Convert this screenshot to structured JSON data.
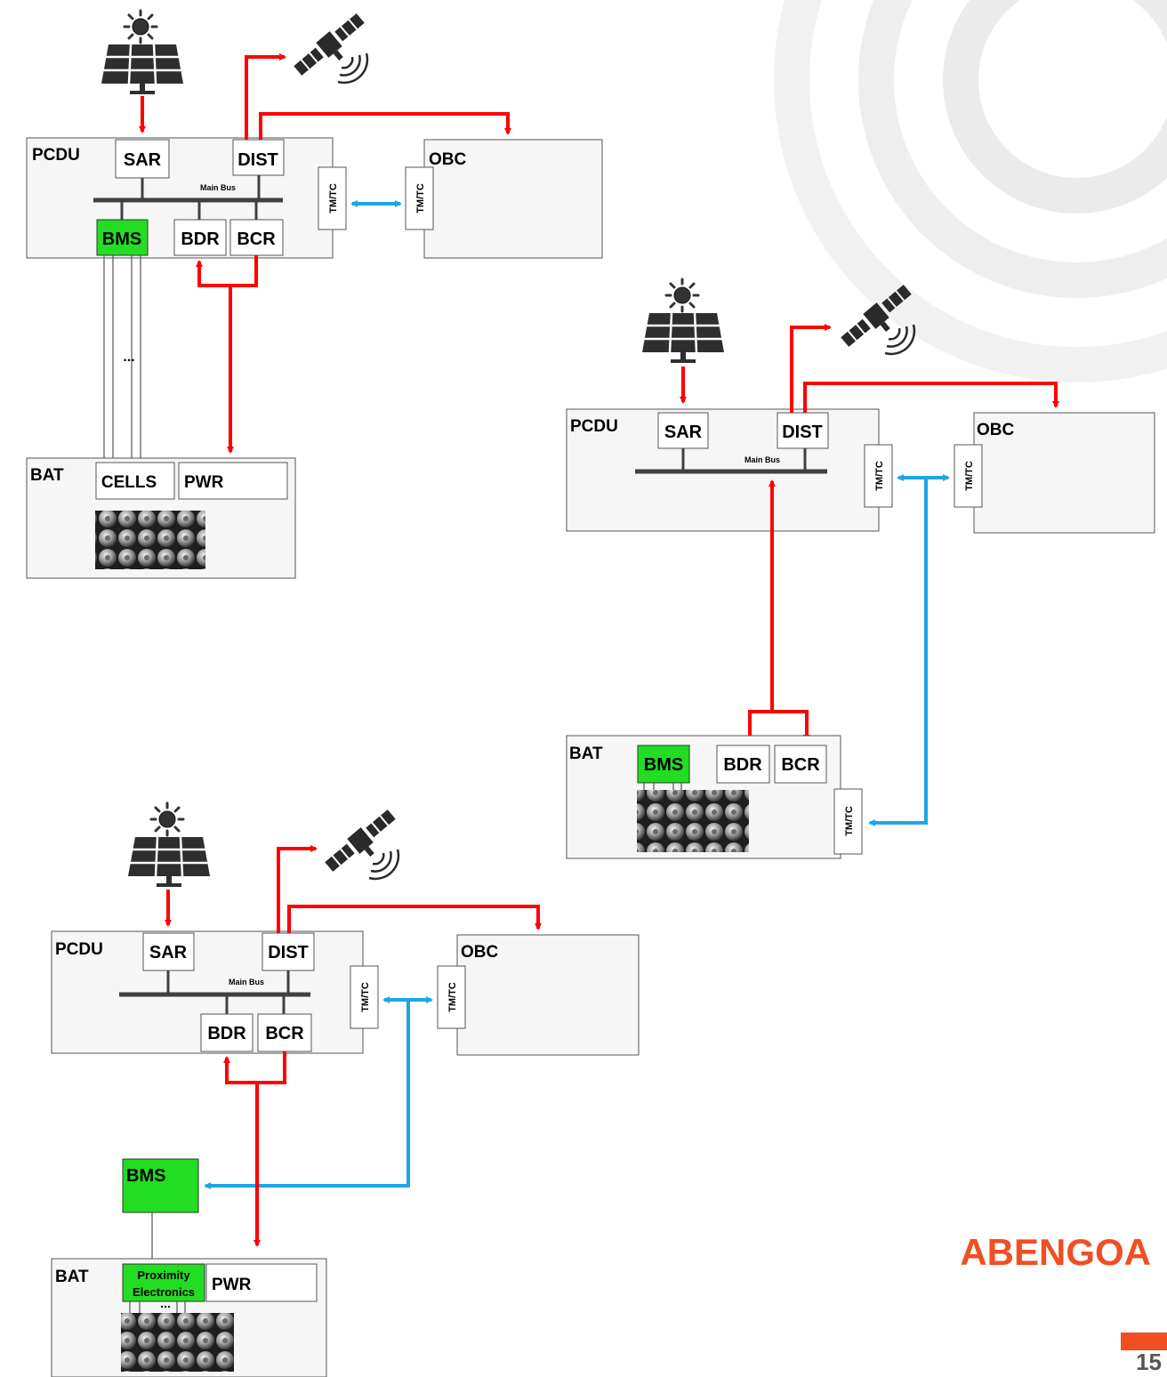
{
  "labels": {
    "pcdu": "PCDU",
    "sar": "SAR",
    "dist": "DIST",
    "main_bus": "Main Bus",
    "bms": "BMS",
    "bdr": "BDR",
    "bcr": "BCR",
    "obc": "OBC",
    "tmtc": "TM/TC",
    "bat": "BAT",
    "cells": "CELLS",
    "pwr": "PWR",
    "dots": "...",
    "proximity_line1": "Proximity",
    "proximity_line2": "Electronics"
  },
  "brand": {
    "name": "ABENGOA",
    "color": "#f04e23"
  },
  "page_number": "15",
  "colors": {
    "power_line": "#ff0000",
    "data_line": "#1ca6e8",
    "bms_fill": "#22dd22",
    "box_fill": "#f6f6f6",
    "bus_bar": "#404040",
    "watermark": "#eeeeee"
  },
  "icons": [
    "sun-icon",
    "solar-panel-icon",
    "satellite-icon",
    "battery-cells-image"
  ]
}
